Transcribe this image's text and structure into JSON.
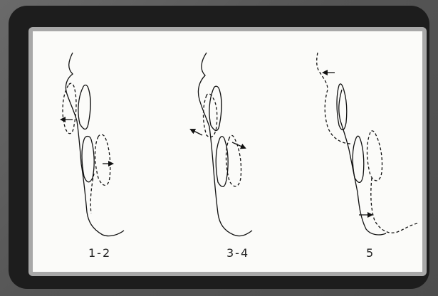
{
  "figure": {
    "panels": [
      {
        "label": "1-2"
      },
      {
        "label": "3-4"
      },
      {
        "label": "5"
      }
    ]
  }
}
